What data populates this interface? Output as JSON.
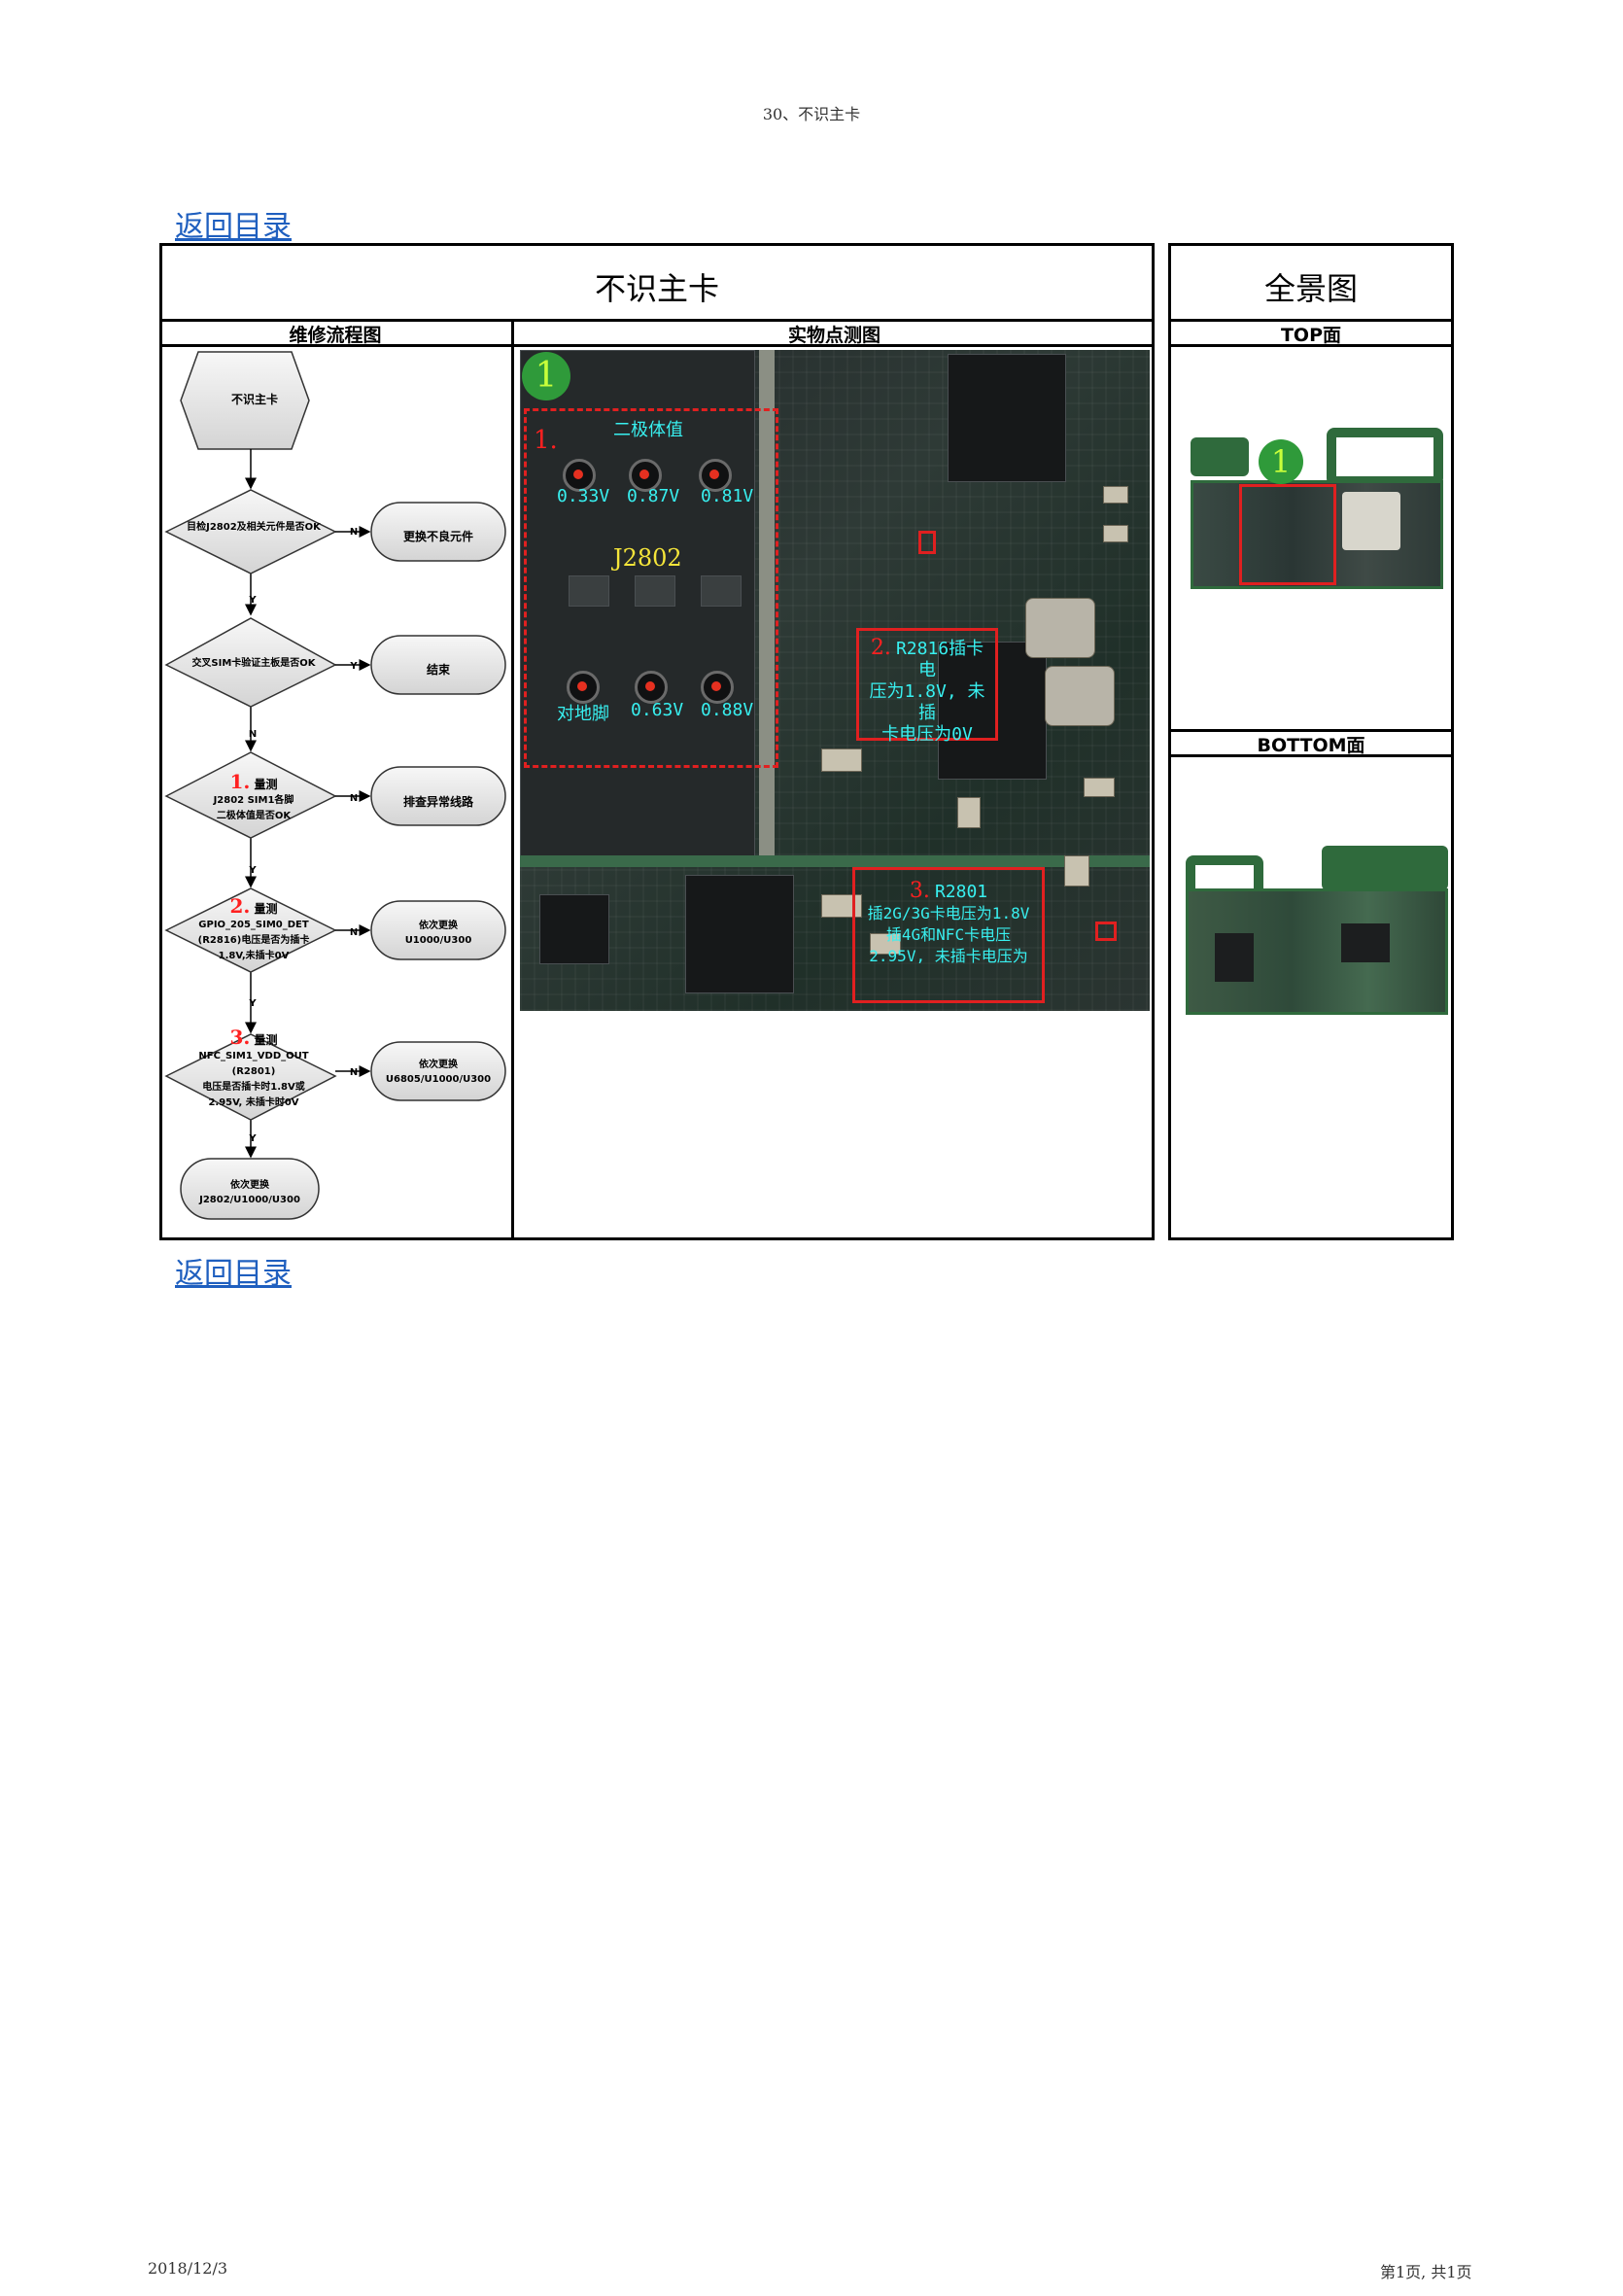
{
  "header": {
    "title": "30、不识主卡"
  },
  "back_link_top": "返回目录",
  "back_link_bottom": "返回目录",
  "main_table": {
    "title": "不识主卡",
    "col_flow": "维修流程图",
    "col_photo": "实物点测图"
  },
  "panorama": {
    "title": "全景图",
    "top_label": "TOP面",
    "bottom_label": "BOTTOM面",
    "marker": "1"
  },
  "photo": {
    "marker": "1",
    "box1_num": "1.",
    "box1_title": "二极体值",
    "connector_label": "J2802",
    "diode_values_row1": [
      "0.33V",
      "0.87V",
      "0.81V"
    ],
    "diode_values_row2": [
      "对地脚",
      "0.63V",
      "0.88V"
    ],
    "box2_num": "2.",
    "box2_text": [
      "R2816插卡电",
      "压为1.8V, 未插",
      "卡电压为0V"
    ],
    "box3_num": "3.",
    "box3_head": "R2801",
    "box3_text": [
      "插2G/3G卡电压为1.8V",
      "插4G和NFC卡电压",
      "2.95V, 未插卡电压为"
    ]
  },
  "flowchart": {
    "start": "不识主卡",
    "d1": "目检J2802及相关元件是否OK",
    "r1": "更换不良元件",
    "d2": "交叉SIM卡验证主板是否OK",
    "r2": "结束",
    "d3_num": "1.",
    "d3_head": "量测",
    "d3_text": [
      "J2802 SIM1各脚",
      "二极体值是否OK"
    ],
    "r3": "排查异常线路",
    "d4_num": "2.",
    "d4_head": "量测",
    "d4_text": [
      "GPIO_205_SIM0_DET",
      "(R2816)电压是否为插卡",
      "1.8V,未插卡0V"
    ],
    "r4": [
      "依次更换",
      "U1000/U300"
    ],
    "d5_num": "3.",
    "d5_head": "量测",
    "d5_text": [
      "NFC_SIM1_VDD_OUT",
      "(R2801)",
      "电压是否插卡时1.8V或",
      "2.95V, 未插卡时0V"
    ],
    "r5": [
      "依次更换",
      "U6805/U1000/U300"
    ],
    "end": [
      "依次更换",
      "J2802/U1000/U300"
    ],
    "label_y": "Y",
    "label_n": "N"
  },
  "footer": {
    "date": "2018/12/3",
    "page": "第1页, 共1页"
  }
}
